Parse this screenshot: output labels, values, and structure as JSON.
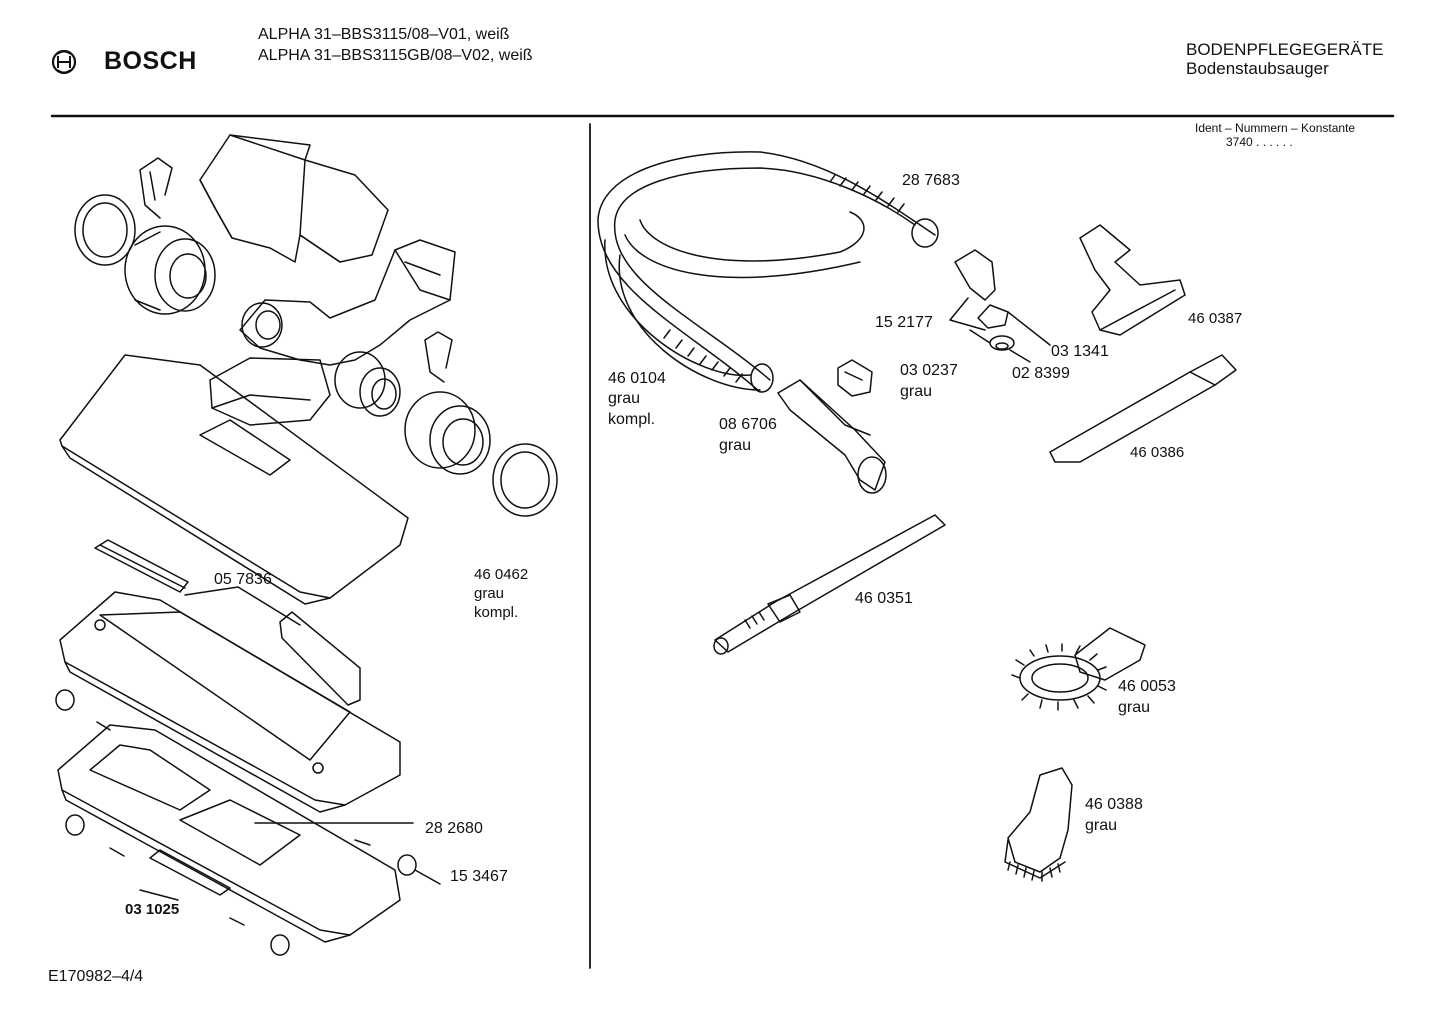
{
  "header": {
    "brand": "BOSCH",
    "model_line_1": "ALPHA 31–BBS3115/08–V01, weiß",
    "model_line_2": "ALPHA 31–BBS3115GB/08–V02, weiß",
    "category": "BODENPFLEGEGERÄTE",
    "subcategory": "Bodenstaubsauger",
    "ident_label": "Ident – Nummern – Konstante",
    "ident_value": "3740  . .   . . . ."
  },
  "footer": {
    "doc_id": "E170982–4/4"
  },
  "parts_left": [
    {
      "code": "05 7836"
    },
    {
      "code": "46 0462",
      "lines": [
        "grau",
        "kompl."
      ]
    },
    {
      "code": "28 2680"
    },
    {
      "code": "15 3467"
    },
    {
      "code": "03 1025"
    }
  ],
  "parts_right": [
    {
      "code": "28 7683"
    },
    {
      "code": "15 2177"
    },
    {
      "code": "03 1341"
    },
    {
      "code": "02 8399"
    },
    {
      "code": "46 0387"
    },
    {
      "code": "03 0237",
      "lines": [
        "grau"
      ]
    },
    {
      "code": "46 0104",
      "lines": [
        "grau",
        "kompl."
      ]
    },
    {
      "code": "08 6706",
      "lines": [
        "grau"
      ]
    },
    {
      "code": "46 0386"
    },
    {
      "code": "46 0351"
    },
    {
      "code": "46 0053",
      "lines": [
        "grau"
      ]
    },
    {
      "code": "46 0388",
      "lines": [
        "grau"
      ]
    }
  ]
}
